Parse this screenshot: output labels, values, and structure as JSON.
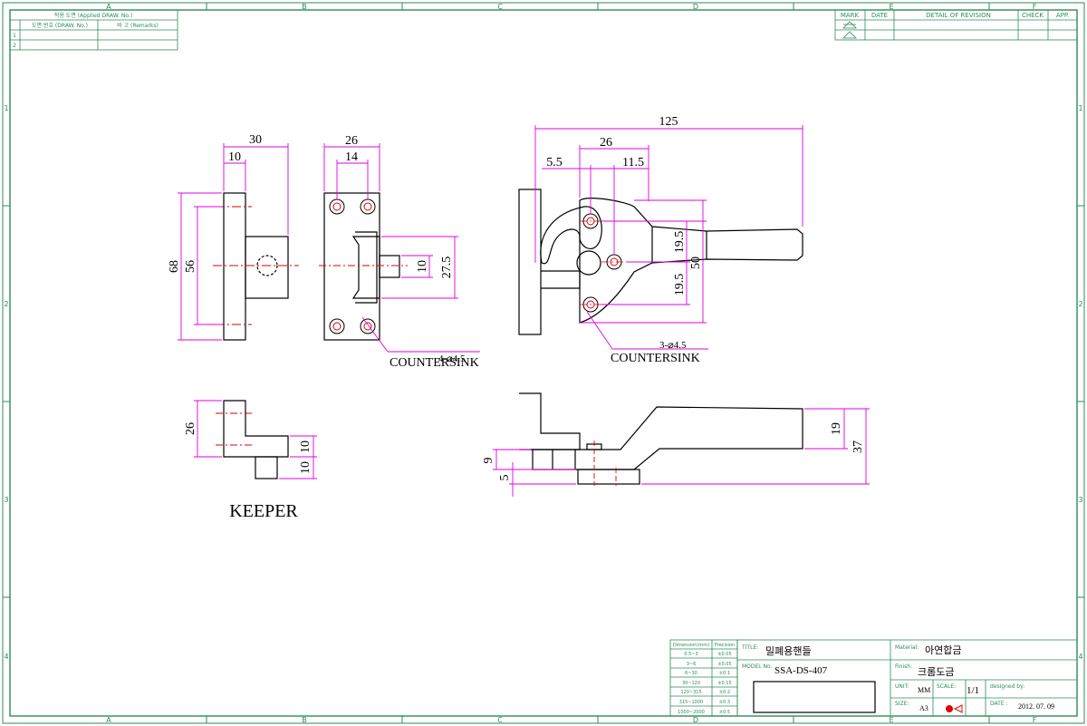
{
  "zones": {
    "columns": [
      "A",
      "B",
      "C",
      "D",
      "E",
      "F"
    ],
    "rows": [
      "1",
      "2",
      "3",
      "4"
    ]
  },
  "applied_table": {
    "header": "적용 도면 (Applied DRAW. No.)",
    "col_draw_no": "도면 번호 (DRAW. No.)",
    "col_remarks": "비 고 (Remarks)",
    "rows": [
      "1",
      "2"
    ]
  },
  "revision_table": {
    "mark": "MARK",
    "date": "DATE",
    "detail": "DETAIL OF REVISION",
    "check": "CHECK",
    "app": "APP."
  },
  "dimensions": {
    "keeper_front": {
      "width": "30",
      "inner": "10",
      "height": "68",
      "inner_height": "56"
    },
    "keeper_plate": {
      "width": "26",
      "hole_spacing": "14",
      "boss": "10",
      "height": "27.5",
      "note": "4-⌀4.5",
      "note2": "COUNTERSINK"
    },
    "handle_top": {
      "length": "125",
      "width": "26",
      "offset_a": "5.5",
      "offset_b": "11.5",
      "upper": "19.5",
      "lower": "19.5",
      "total": "50",
      "note": "3-⌀4.5",
      "note2": "COUNTERSINK"
    },
    "keeper_side": {
      "height": "26",
      "a": "10",
      "b": "10"
    },
    "handle_side": {
      "thick": "19",
      "total": "37",
      "a": "9",
      "b": "5"
    }
  },
  "keeper_label": "KEEPER",
  "tolerance_table": {
    "header_dim": "Dimension(mm)",
    "header_prec": "Precision",
    "rows": [
      {
        "range": "0.5~3",
        "tol": "±0.05"
      },
      {
        "range": "3~6",
        "tol": "±0.05"
      },
      {
        "range": "6~30",
        "tol": "±0.1"
      },
      {
        "range": "30~120",
        "tol": "±0.15"
      },
      {
        "range": "120~315",
        "tol": "±0.2"
      },
      {
        "range": "315~1000",
        "tol": "±0.3"
      },
      {
        "range": "1000~2000",
        "tol": "±0.5"
      }
    ]
  },
  "title_block": {
    "title_label": "TITLE:",
    "title": "밀폐용핸들",
    "model_label": "MODEL No.",
    "model": "SSA-DS-407",
    "material_label": "Material:",
    "material": "아연합금",
    "finish_label": "Finish:",
    "finish": "크롬도금",
    "unit_label": "UNIT:",
    "unit": "MM",
    "scale_label": "SCALE:",
    "scale": "1/1",
    "designed_label": "designed by:",
    "size_label": "SIZE:",
    "size": "A3",
    "date_label": "DATE :",
    "date": "2012. 07. 09"
  },
  "colors": {
    "frame": "#2e8b57",
    "dimension": "#e000e0",
    "centerline": "#e00000",
    "part": "#000000"
  }
}
